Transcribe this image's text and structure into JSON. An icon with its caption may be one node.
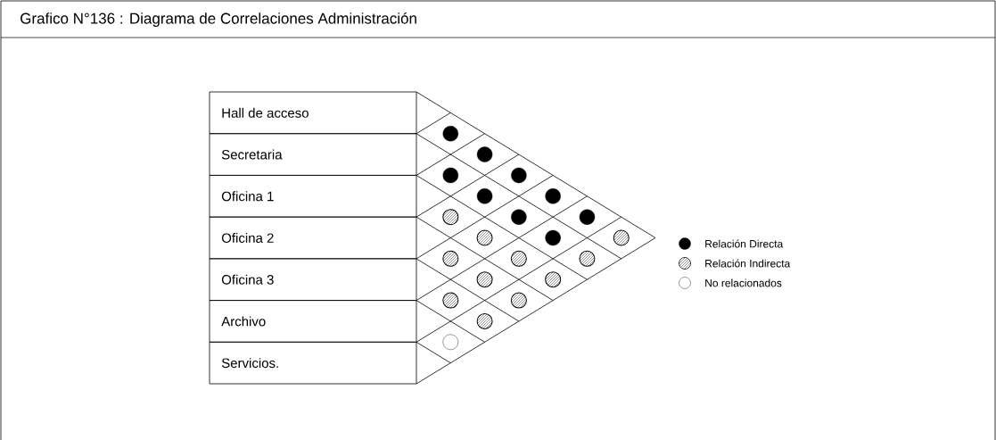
{
  "diagram": {
    "title": "Grafico N°136 : Diagrama de Correlaciones Administración",
    "nodes": [
      {
        "text": [
          "Hall de acceso"
        ]
      },
      {
        "text": [
          "Secretaria"
        ]
      },
      {
        "text": [
          "Oficina 1"
        ]
      },
      {
        "text": [
          "Oficina 2"
        ]
      },
      {
        "text": [
          "Oficina 3"
        ]
      },
      {
        "text": [
          "Archivo"
        ]
      },
      {
        "text": [
          "Servicios."
        ]
      },
      {
        "text": [],
        "shape": "dot"
      },
      {
        "text": [],
        "shape": "dot"
      },
      {
        "text": [],
        "shape": "hatched"
      },
      {
        "text": [],
        "shape": "hatched"
      },
      {
        "text": [],
        "shape": "hatched"
      },
      {
        "text": [],
        "shape": "circle"
      },
      {
        "text": [],
        "shape": "dot"
      },
      {
        "text": [],
        "shape": "dot"
      },
      {
        "text": [],
        "shape": "hatched"
      },
      {
        "text": [],
        "shape": "hatched"
      },
      {
        "text": [],
        "shape": "hatched"
      },
      {
        "text": [],
        "shape": "dot"
      },
      {
        "text": [],
        "shape": "dot"
      },
      {
        "text": [],
        "shape": "hatched"
      },
      {
        "text": [],
        "shape": "hatched"
      },
      {
        "text": [],
        "shape": "dot"
      },
      {
        "text": [],
        "shape": "dot"
      },
      {
        "text": [],
        "shape": "hatched"
      },
      {
        "text": [],
        "shape": "dot"
      },
      {
        "text": [],
        "shape": "hatched"
      },
      {
        "text": [],
        "shape": "hatched"
      }
    ],
    "legend": [
      {
        "text": "Relación Directa"
      },
      {
        "text": "Relación Indirecta"
      },
      {
        "text": "No relacionados"
      }
    ]
  }
}
